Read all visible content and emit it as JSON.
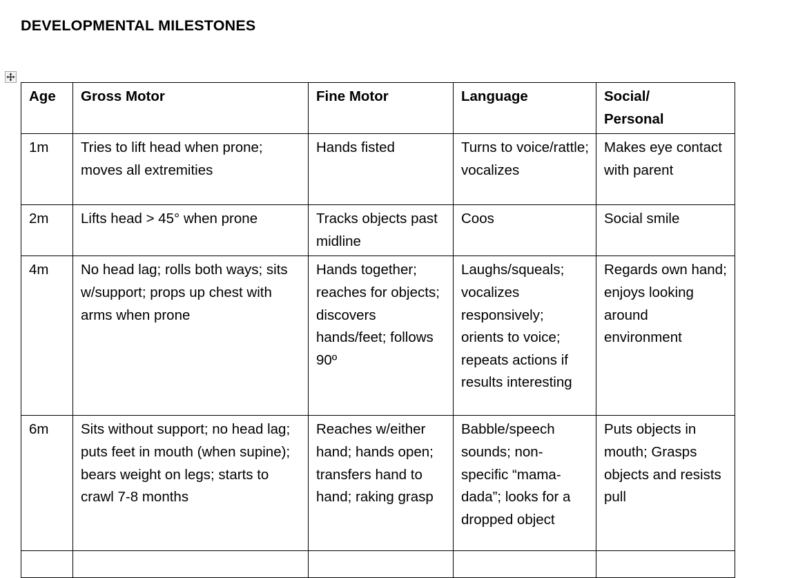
{
  "document": {
    "title": "DEVELOPMENTAL MILESTONES"
  },
  "table_handle": {
    "icon": "move-four-arrows-icon"
  },
  "table": {
    "columns": [
      {
        "id": "age",
        "label": "Age"
      },
      {
        "id": "gross",
        "label": "Gross Motor"
      },
      {
        "id": "fine",
        "label": "Fine Motor"
      },
      {
        "id": "lang",
        "label": "Language"
      },
      {
        "id": "social",
        "label_line1": "Social/",
        "label_line2": "Personal"
      }
    ],
    "rows": [
      {
        "age": "1m",
        "gross": "Tries to lift head when prone; moves all extremities",
        "fine": "Hands fisted",
        "lang": "Turns to voice/rattle; vocalizes",
        "social": "Makes eye contact with parent"
      },
      {
        "age": "2m",
        "gross": "Lifts head > 45° when prone",
        "fine": "Tracks objects past midline",
        "lang": "Coos",
        "social": "Social smile"
      },
      {
        "age": "4m",
        "gross": "No head lag; rolls both ways; sits w/support; props up chest with arms when prone",
        "fine": "Hands together; reaches for objects; discovers hands/feet; follows 90º",
        "lang": "Laughs/squeals; vocalizes responsively; orients to voice; repeats actions if results interesting",
        "social": "Regards own hand; enjoys looking around environment"
      },
      {
        "age": "6m",
        "gross": "Sits without support; no head lag; puts feet in mouth (when supine); bears weight on legs; starts to crawl 7-8 months",
        "fine": "Reaches w/either hand; hands open; transfers hand to hand; raking grasp",
        "lang": "Babble/speech sounds; non-specific “mama-dada”; looks for a dropped object",
        "social": "Puts objects in mouth; Grasps objects and resists pull"
      }
    ]
  },
  "colors": {
    "page_background": "#ffffff",
    "text": "#000000",
    "table_border": "#000000",
    "handle_border": "#a6a6a6",
    "handle_fill": "#f2f2f2"
  }
}
